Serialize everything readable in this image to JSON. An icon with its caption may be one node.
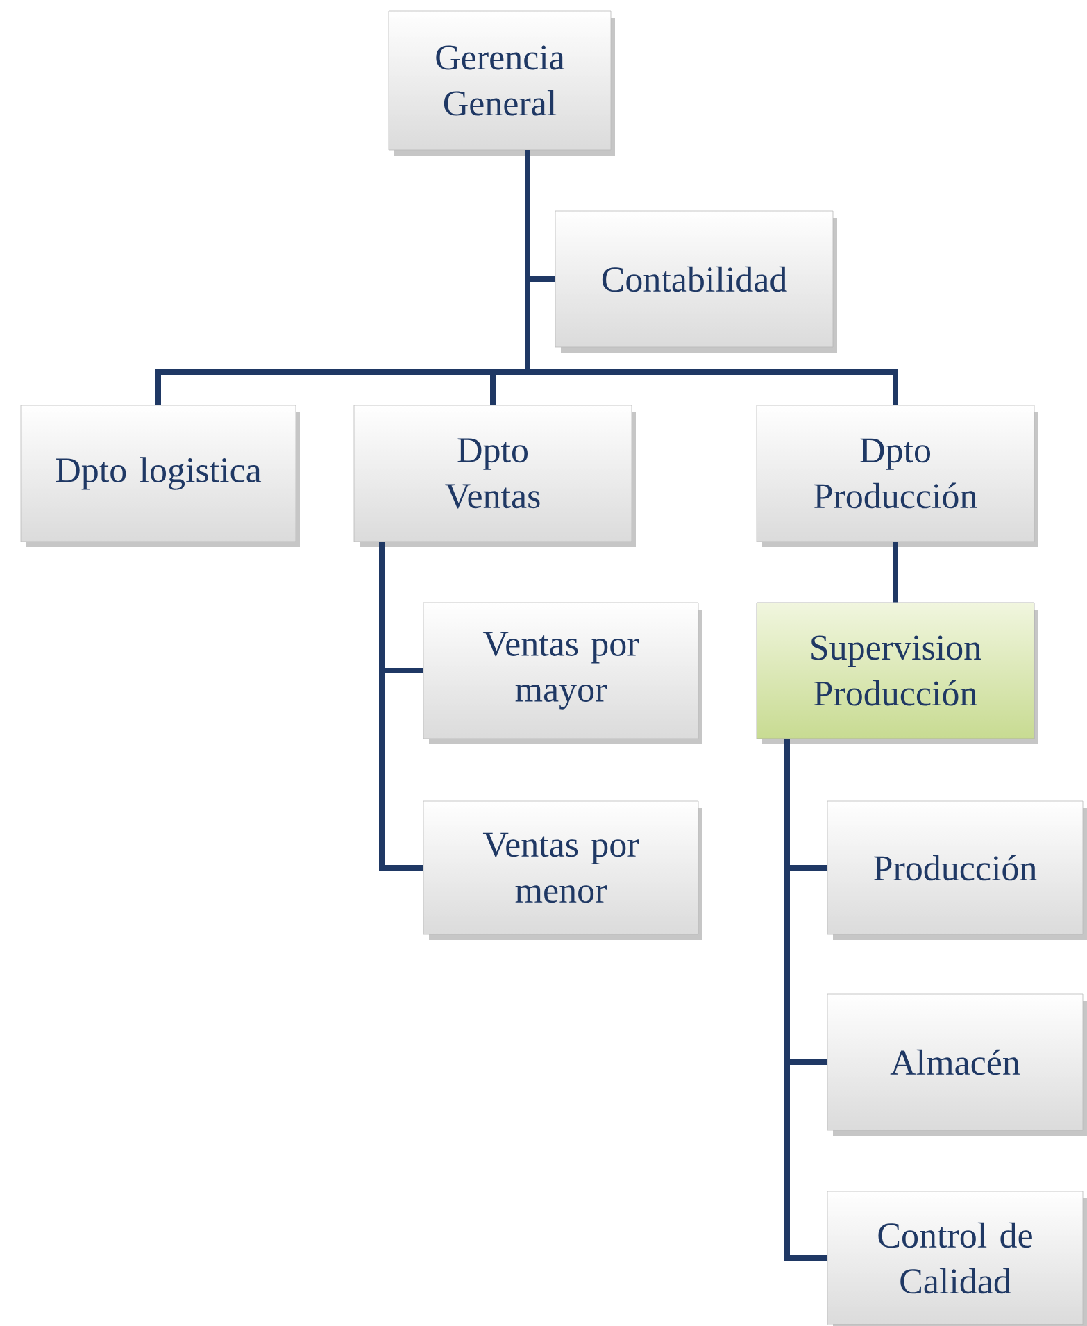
{
  "diagram": {
    "nodes": [
      {
        "text": [
          "Gerencia General"
        ]
      },
      {
        "text": [
          "Contabilidad"
        ]
      },
      {
        "text": [
          "Dpto logistica"
        ]
      },
      {
        "text": [
          "Dpto Ventas"
        ]
      },
      {
        "text": [
          "Dpto Producción"
        ]
      },
      {
        "text": [
          "Supervision Producción"
        ]
      },
      {
        "text": [
          "Ventas por mayor"
        ]
      },
      {
        "text": [
          "Ventas por menor"
        ]
      },
      {
        "text": [
          "Producción"
        ]
      },
      {
        "text": [
          "Almacén"
        ]
      },
      {
        "text": [
          "Control de Calidad"
        ]
      }
    ],
    "edges": [
      {
        "from": 0,
        "to": 1,
        "arrow": "none"
      },
      {
        "from": 0,
        "to": 2,
        "arrow": "none"
      },
      {
        "from": 0,
        "to": 3,
        "arrow": "none"
      },
      {
        "from": 0,
        "to": 4,
        "arrow": "none"
      },
      {
        "from": 3,
        "to": 6,
        "arrow": "none"
      },
      {
        "from": 3,
        "to": 7,
        "arrow": "none"
      },
      {
        "from": 4,
        "to": 5,
        "arrow": "none"
      },
      {
        "from": 5,
        "to": 8,
        "arrow": "none"
      },
      {
        "from": 5,
        "to": 9,
        "arrow": "none"
      },
      {
        "from": 5,
        "to": 10,
        "arrow": "none"
      }
    ]
  }
}
